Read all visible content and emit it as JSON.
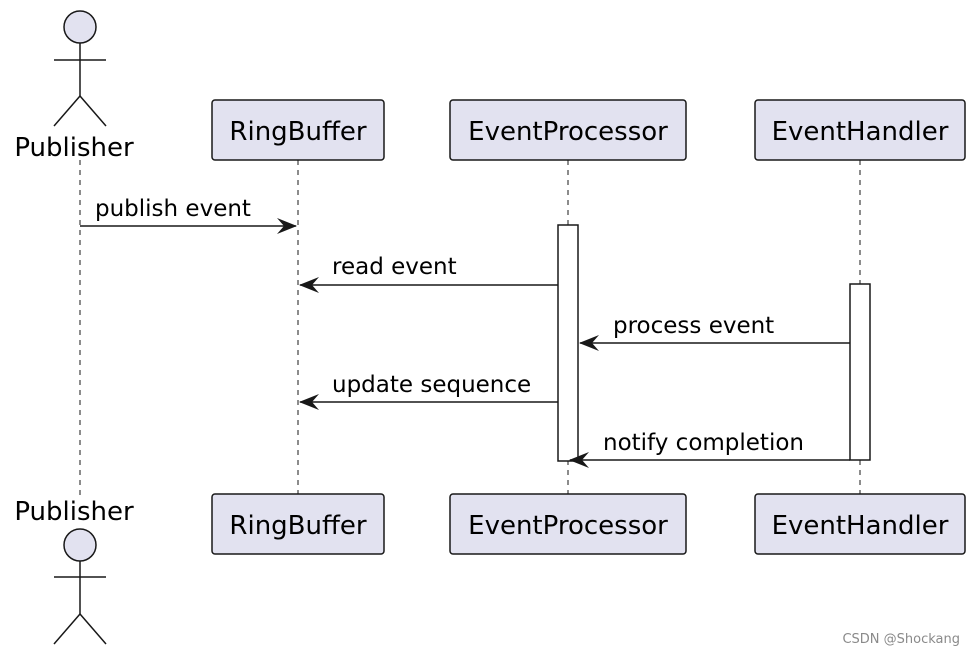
{
  "colors": {
    "box_fill": "#e2e2f0",
    "box_stroke": "#181818",
    "line": "#181818",
    "activation_fill": "#ffffff",
    "watermark": "#8a8a8a"
  },
  "participants": [
    {
      "id": "publisher",
      "name": "Publisher",
      "kind": "actor"
    },
    {
      "id": "ringbuffer",
      "name": "RingBuffer",
      "kind": "participant"
    },
    {
      "id": "eventprocessor",
      "name": "EventProcessor",
      "kind": "participant"
    },
    {
      "id": "eventhandler",
      "name": "EventHandler",
      "kind": "participant"
    }
  ],
  "messages": [
    {
      "from": "publisher",
      "to": "ringbuffer",
      "label": "publish event"
    },
    {
      "from": "eventprocessor",
      "to": "ringbuffer",
      "label": "read event"
    },
    {
      "from": "eventhandler",
      "to": "eventprocessor",
      "label": "process event"
    },
    {
      "from": "eventprocessor",
      "to": "ringbuffer",
      "label": "update sequence"
    },
    {
      "from": "eventhandler",
      "to": "eventprocessor",
      "label": "notify completion"
    }
  ],
  "watermark": "CSDN @Shockang"
}
